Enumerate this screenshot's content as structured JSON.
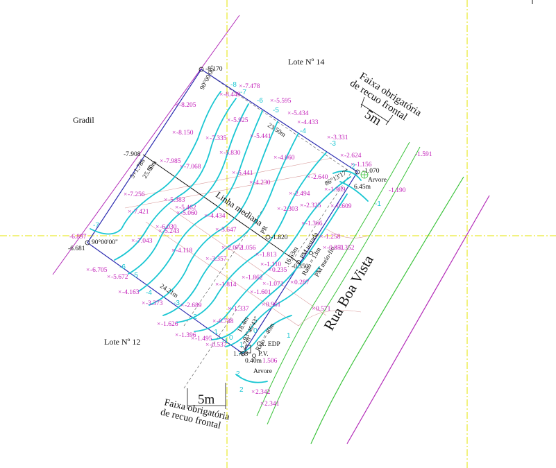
{
  "labels": {
    "lote14": "Lote Nº 14",
    "lote12": "Lote Nº 12",
    "gradil": "Gradil",
    "street": "Rua Boa Vista",
    "faixa_top_line1": "Faixa obrigatória",
    "faixa_top_line2": "de recuo frontal",
    "faixa_bottom_line1": "Faixa obrigatória",
    "faixa_bottom_line2": "de recuo frontal",
    "dim_5m_top": "5m",
    "dim_5m_bottom": "5m",
    "linha_mediana": "Linha mediana",
    "dim_top_side": "23.50m",
    "dim_bottom_side": "24.21m",
    "dim_left_side": "25.80m",
    "dim_left_extra": "5+1.786",
    "dim_right_front": "6.45m",
    "dim_bottom_front": "18.4m",
    "dim_mid_front": "16.63m",
    "angle_top": "90°00'00\"",
    "angle_left": "90°00'00\"",
    "angle_right": "86°13'17\"",
    "angle_bottom": "93°46'43\"",
    "arvore_top": "Arvore",
    "arvore_bottom": "Arvore",
    "cx_edp": "Cx. EDP",
    "pv": "P.V.",
    "pr": "PR",
    "pm_testada": "PM testada",
    "pm_meio_fio": "PM meio-fio",
    "raio_13": "Raio = 13m",
    "raio_40": "Raio = 40m",
    "dist_040": "0.40m",
    "dist_27": "2.7m",
    "corner_top": "-8.170",
    "corner_left_a": "-7.908",
    "corner_left_b": "-6.681",
    "corner_left_c": "-6.897",
    "corner_right": "-1.070",
    "corner_right_b": "-1.591",
    "corner_right_c": "-1.190",
    "corner_bottom": "1.763",
    "corner_bottom_b": "1.506",
    "mid_value": "-1.820",
    "pm_value": "-0.350",
    "small_5": "5"
  },
  "spot_heights": [
    "-7.478",
    "-5.595",
    "-5.434",
    "-4.433",
    "-8.449",
    "-8.205",
    "-5.925",
    "-8.150",
    "-5.441",
    "-7.335",
    "-3.331",
    "-7.985",
    "-5.830",
    "-2.624",
    "-7.068",
    "-4.060",
    "-1.156",
    "-5.441",
    "-2.640",
    "-7.256",
    "-4.230",
    "-1.989",
    "-5.383",
    "-2.494",
    "-5.462",
    "-7.421",
    "-5.060",
    "-0.609",
    "-2.325",
    "-2.303",
    "-4.434",
    "-6.030",
    "-1.366",
    "-5.243",
    "-3.647",
    "-2.072",
    "-1.258",
    "-7.043",
    "-1.056",
    "-0.352",
    "-4.118",
    "-1.813",
    "-3.357",
    "-1.110",
    "-0.351",
    "-6.705",
    "-5.672",
    "-1.862",
    "0.287",
    "-1.814",
    "-1.601",
    "-1.071",
    "-4.163",
    "-3.373",
    "-2.689",
    "0.571",
    "-1.337",
    "0.961",
    "-1.626",
    "-0.788",
    "-1.396",
    "-1.495",
    "-0.537",
    "2.342",
    "2.341",
    "0.235"
  ],
  "contour_labels": [
    "-8",
    "-7",
    "-6",
    "-5",
    "-4",
    "-3",
    "-2",
    "-1",
    "-7",
    "-6",
    "-5",
    "-4",
    "-3",
    "-2",
    "-1",
    "0",
    "1",
    "2",
    "2",
    "1",
    "0",
    "-1"
  ],
  "colors": {
    "boundary": "#2b2bb0",
    "contour": "#19c6d2",
    "spot": "#c21db8",
    "axis": "#e6e600",
    "curb": "#3ac23a",
    "street_edge": "#b32cb8",
    "annotation": "#111111"
  }
}
